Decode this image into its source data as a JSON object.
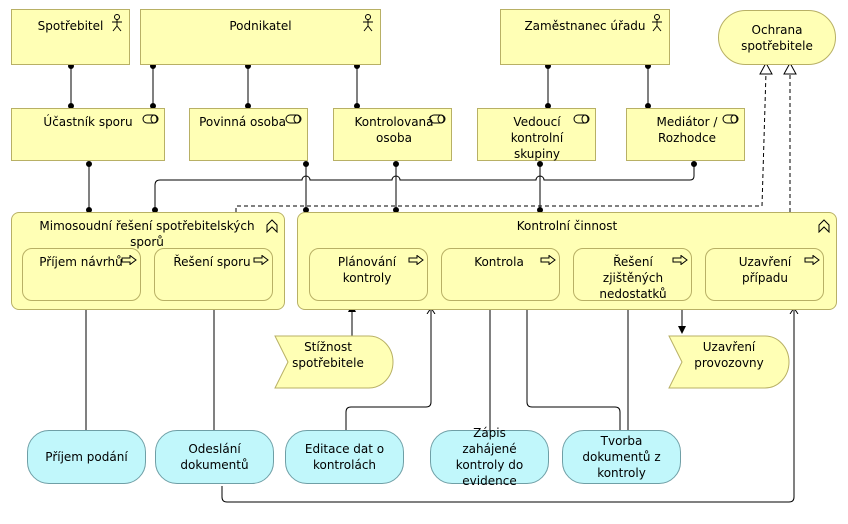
{
  "actors": {
    "spotrebitel": "Spotřebitel",
    "podnikatel": "Podnikatel",
    "zamestnanec": "Zaměstnanec úřadu",
    "ochrana": "Ochrana spotřebitele"
  },
  "roles": {
    "ucastnik": "Účastník sporu",
    "povinna": "Povinná osoba",
    "kontrolovana": "Kontrolovaná osoba",
    "vedouci": "Vedoucí kontrolní skupiny",
    "mediator": "Mediátor / Rozhodce"
  },
  "functions": {
    "mimosoudni": "Mimosoudní řešení spotřebitelských sporů",
    "kontrolni": "Kontrolní činnost"
  },
  "processes": {
    "prijem_navrhu": "Příjem návrhů",
    "reseni_sporu": "Řešení sporu",
    "planovani": "Plánování kontroly",
    "kontrola": "Kontrola",
    "reseni_nedostatku": "Řešení zjištěných nedostatků",
    "uzavreni_pripadu": "Uzavření případu"
  },
  "events": {
    "stiznost": "Stížnost spotřebitele",
    "uzavreni_provozovny": "Uzavření provozovny"
  },
  "services": {
    "prijem_podani": "Příjem podání",
    "odeslani": "Odeslání dokumentů",
    "editace": "Editace dat o kontrolách",
    "zapis": "Zápis zahájené kontroly do evidence",
    "tvorba": "Tvorba dokumentů z kontroly"
  }
}
